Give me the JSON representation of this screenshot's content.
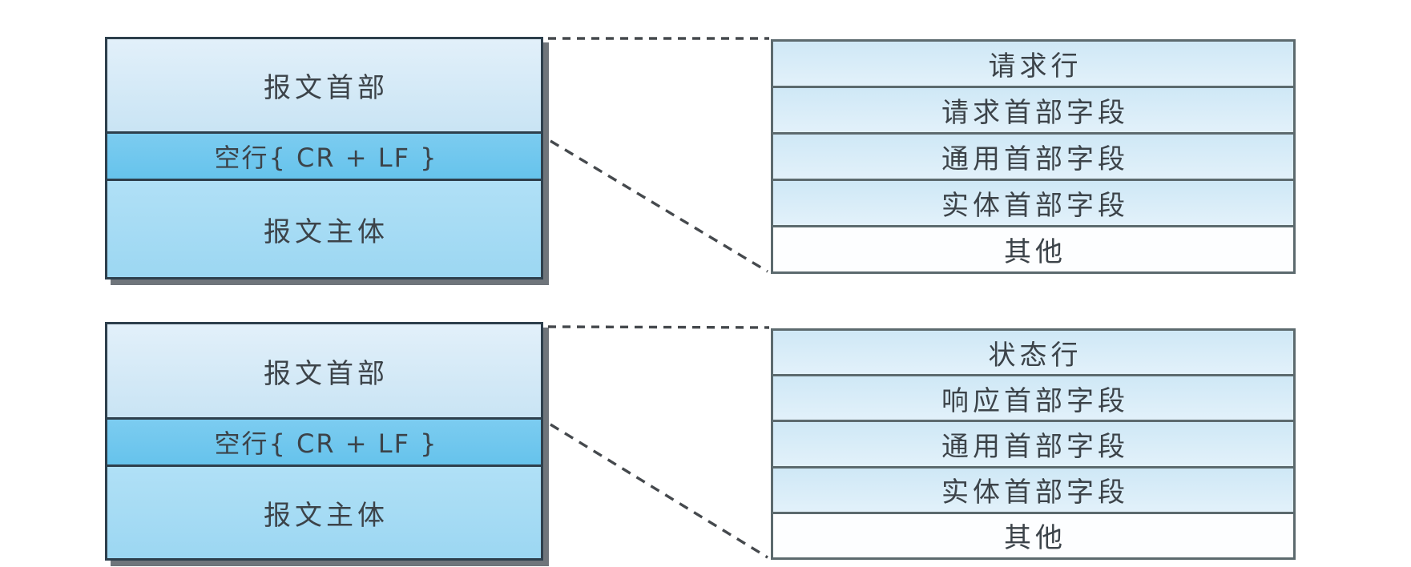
{
  "figures": [
    {
      "left_box": {
        "header": "报文首部",
        "blank_line": "空行{ CR + LF }",
        "body": "报文主体"
      },
      "right_rows": [
        "请求行",
        "请求首部字段",
        "通用首部字段",
        "实体首部字段",
        "其他"
      ]
    },
    {
      "left_box": {
        "header": "报文首部",
        "blank_line": "空行{ CR + LF }",
        "body": "报文主体"
      },
      "right_rows": [
        "状态行",
        "响应首部字段",
        "通用首部字段",
        "实体首部字段",
        "其他"
      ]
    }
  ],
  "colors": {
    "header_fill": "#d5eaf6",
    "blank_line_fill": "#6fc8ee",
    "body_fill": "#a6dcf4",
    "detail_row_fill": "#d8ecf8",
    "other_row_fill": "#ffffff",
    "left_box_border": "#2d3f4c",
    "right_box_border": "#5c6a6e",
    "connector_line": "#45494d",
    "shadow": "#6f757b",
    "text": "#3c4349",
    "background": "#ffffff"
  }
}
